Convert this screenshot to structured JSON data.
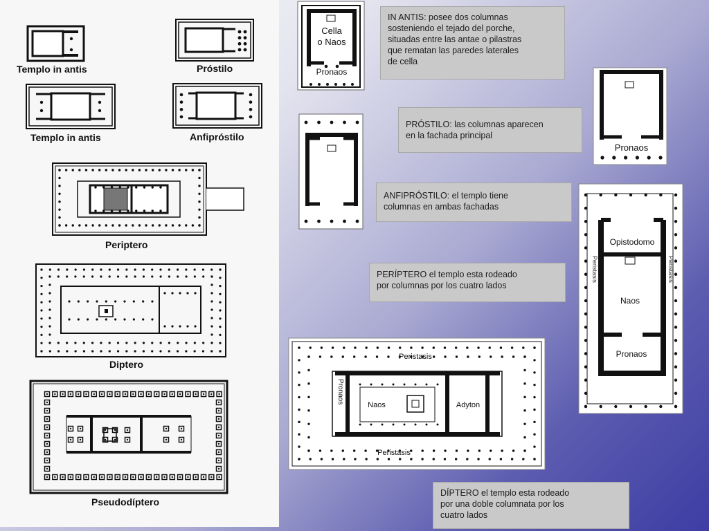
{
  "left_labels": {
    "in_antis_1": "Templo in antis",
    "prostilo": "Próstilo",
    "in_antis_2": "Templo in antis",
    "anfiprostilo": "Anfipróstilo",
    "periptero": "Periptero",
    "diptero": "Diptero",
    "pseudodiptero": "Pseudodíptero"
  },
  "plan_labels": {
    "cella_1": "Cella",
    "cella_2": "o Naos",
    "pronaos_in_antis": "Pronaos",
    "pronaos_prostilo": "Pronaos",
    "opistodomo": "Opistodomo",
    "naos_periptero": "Naos",
    "pronaos_periptero": "Pronaos",
    "peristasis_left": "Peristasis",
    "peristasis_top": "Peristasis",
    "peristasis_bottom": "Peristasis",
    "pronaos_vertical": "Pronaos",
    "naos_diptero": "Naos",
    "adyton": "Adyton"
  },
  "notes": {
    "in_antis": "IN ANTIS: posee dos columnas\nsosteniendo  el tejado del porche,\nsituadas entre las antae o pilastras\nque rematan las paredes laterales\nde cella",
    "prostilo": "PRÓSTILO: las columnas aparecen\nen la fachada principal",
    "anfiprostilo": "ANFIPRÓSTILO: el templo tiene\ncolumnas en ambas fachadas",
    "periptero": "PERÍPTERO el templo esta rodeado\npor columnas por los cuatro lados",
    "diptero": "DÍPTERO el templo esta rodeado\npor una doble columnata por los\ncuatro lados"
  }
}
